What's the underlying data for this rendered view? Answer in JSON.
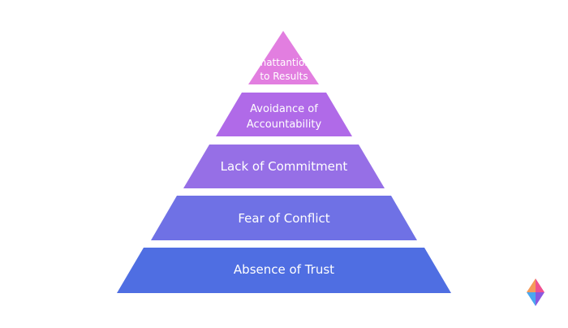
{
  "pyramid": {
    "tiers": [
      {
        "line1": "Inattantion",
        "line2": "to Results",
        "color": "#e27ee0"
      },
      {
        "line1": "Avoidance of",
        "line2": "Accountability",
        "color": "#b06ae8"
      },
      {
        "label": "Lack of Commitment",
        "color": "#966fe6"
      },
      {
        "label": "Fear of Conflict",
        "color": "#6f71e5"
      },
      {
        "label": "Absence of Trust",
        "color": "#4f6ee2"
      }
    ]
  },
  "logo": {
    "icon": "gem-logo-icon"
  }
}
